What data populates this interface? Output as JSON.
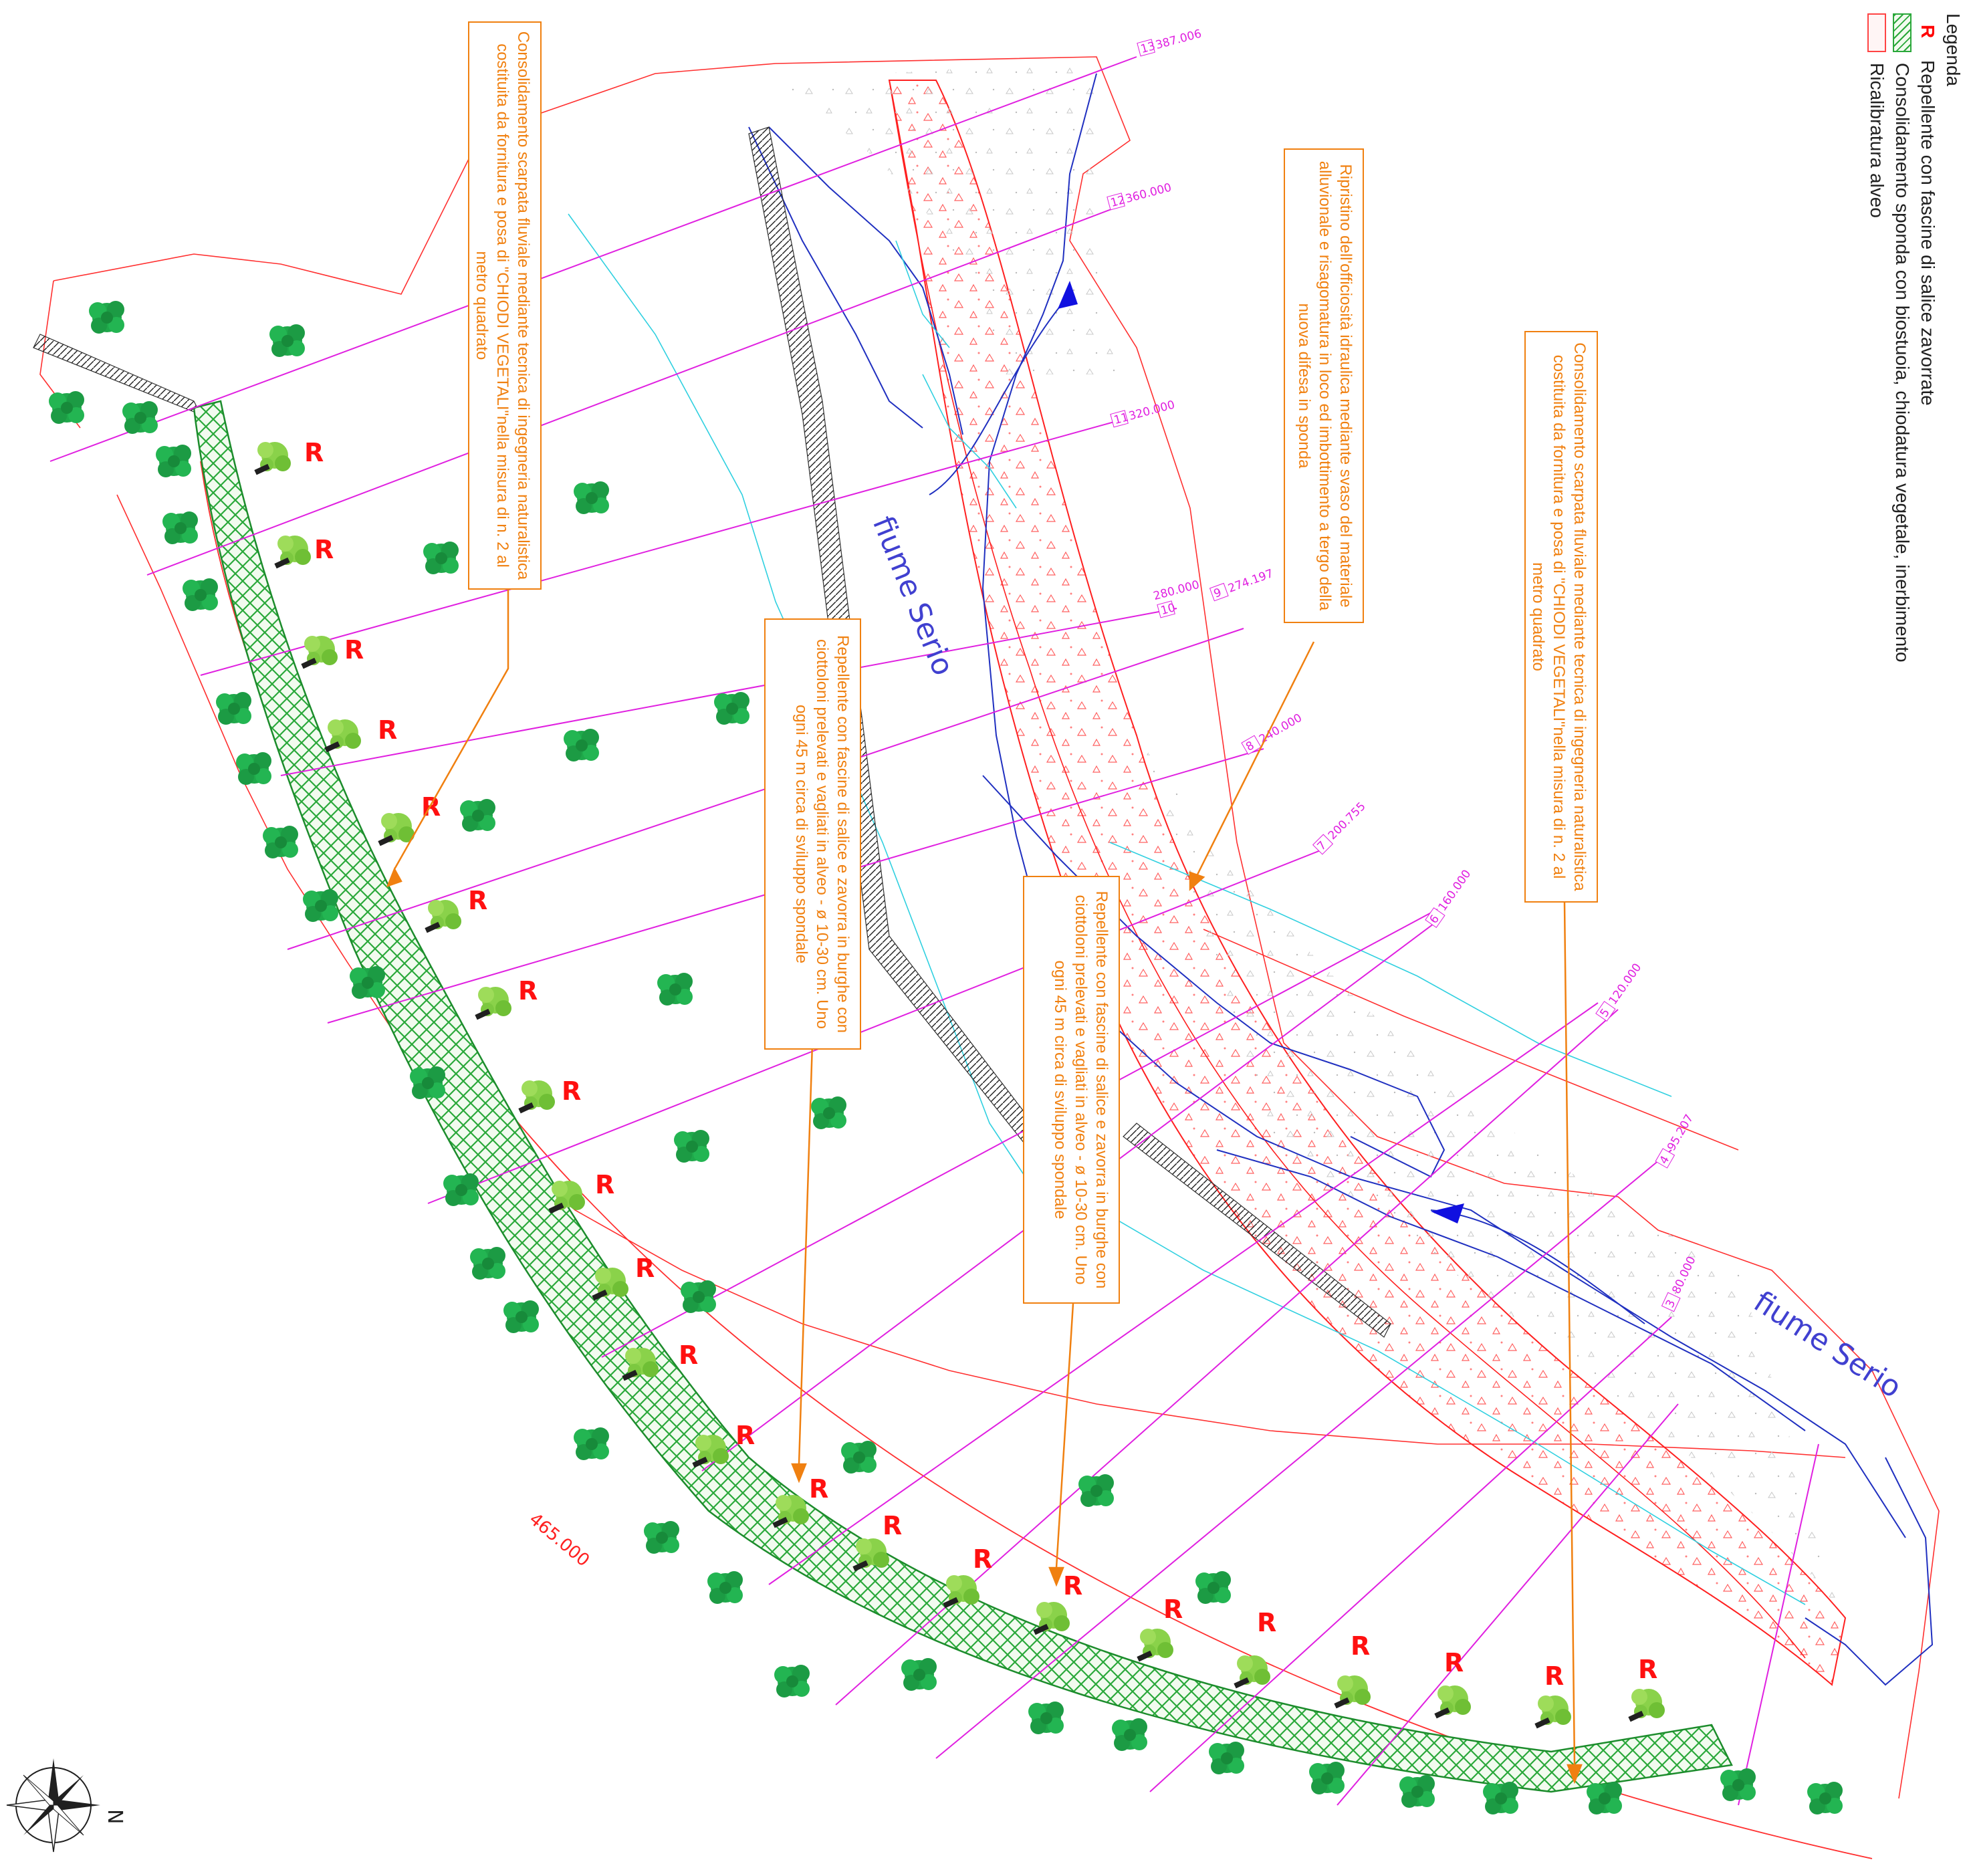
{
  "legend": {
    "title": "Legenda",
    "items": [
      {
        "symbol": "R",
        "text": "Repellente con fascine di salice zavorrate",
        "color": "#ff0000"
      },
      {
        "symbol": "",
        "text": "Consolidamento sponda con biostuoia, chiodatura vegetale, inerbimento",
        "color": "#33cc33"
      },
      {
        "symbol": "",
        "text": "Ricalibratura alveo",
        "color": "#ff4444"
      }
    ]
  },
  "notes": {
    "consolidamento_left": "Consolidamento scarpata fluviale mediante tecnica di ingegneria naturalistica costituita da fornitura e posa di \"CHIODI VEGETALI\"nella misura di n. 2 al metro quadrato",
    "consolidamento_right": "Consolidamento scarpata fluviale mediante tecnica di ingegneria naturalistica costituita da fornitura e posa di \"CHIODI VEGETALI\"nella misura di n. 2 al metro quadrato",
    "ripristino": "Ripristino dell'officiosità idraulica mediante svaso del materiale alluvionale e risagomatura in loco ed imbottimento a tergo della nuova difesa in sponda",
    "repellente_1": "Repellente con fascine di salice e zavorra in burghe con ciottoloni prelevati e vagliati in alveo - ø 10-30 cm. Uno ogni 45 m circa di sviluppo spondale",
    "repellente_2": "Repellente con fascine di salice e zavorra in burghe con ciottoloni prelevati e vagliati in alveo - ø 10-30 cm. Uno ogni 45 m circa di sviluppo spondale"
  },
  "river_labels": [
    "fiume Serio",
    "fiume Serio"
  ],
  "radius_label": "465.000",
  "compass_label": "N",
  "r_label": "R",
  "sections": [
    {
      "num": "13",
      "dist": "387.006"
    },
    {
      "num": "12",
      "dist": "360.000"
    },
    {
      "num": "11",
      "dist": "320.000"
    },
    {
      "num": "10",
      "dist": "280.000"
    },
    {
      "num": "9",
      "dist": "274.197"
    },
    {
      "num": "8",
      "dist": "240.000"
    },
    {
      "num": "7",
      "dist": "200.755"
    },
    {
      "num": "6",
      "dist": "160.000"
    },
    {
      "num": "5",
      "dist": "120.000"
    },
    {
      "num": "4",
      "dist": "95.207"
    },
    {
      "num": "3",
      "dist": "80.000"
    }
  ],
  "colors": {
    "note_orange": "#f08010",
    "section_magenta": "#e020e0",
    "bank_red": "#ff2020",
    "river_blue": "#2030c0",
    "cyan": "#30d0e0",
    "tree_green": "#1fa84a",
    "willow_green": "#88d040"
  }
}
